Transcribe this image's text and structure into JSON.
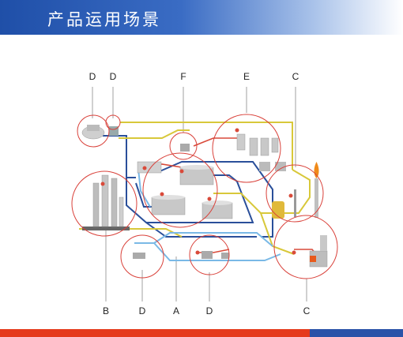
{
  "header": {
    "title": "产品运用场景"
  },
  "labels": {
    "top": [
      "D",
      "D",
      "F",
      "E",
      "C"
    ],
    "bottom": [
      "B",
      "D",
      "A",
      "D",
      "C"
    ]
  },
  "colors": {
    "header_blue": "#1f4fa8",
    "circle_red": "#d9413a",
    "pipe_blue": "#2a4f9a",
    "pipe_yellow": "#d8c83a",
    "pipe_red": "#d94a3a",
    "pipe_cyan": "#7ab9e6",
    "footer_red": "#e53a1c"
  }
}
